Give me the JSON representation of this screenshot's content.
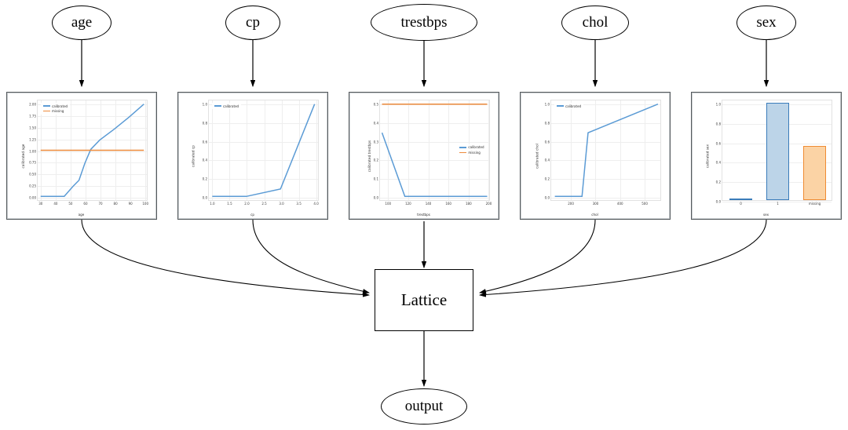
{
  "graph": {
    "input_nodes": [
      {
        "id": "age",
        "label": "age"
      },
      {
        "id": "cp",
        "label": "cp"
      },
      {
        "id": "trestbps",
        "label": "trestbps"
      },
      {
        "id": "chol",
        "label": "chol"
      },
      {
        "id": "sex",
        "label": "sex"
      }
    ],
    "lattice_node": {
      "label": "Lattice"
    },
    "output_node": {
      "label": "output"
    }
  },
  "colors": {
    "calibrated": "#5b9bd5",
    "missing": "#ed8b3c",
    "bar_blue_fill": "#bcd4e8",
    "bar_blue_edge": "#3a7cba",
    "bar_orange_fill": "#fbd3a5",
    "bar_orange_edge": "#ef8b33",
    "panel_border": "#555a5d",
    "grid": "#eeeeee",
    "node_stroke": "#000000"
  },
  "chart_data": [
    {
      "id": "age",
      "type": "line",
      "title": "",
      "xlabel": "age",
      "ylabel": "calibrated age",
      "xlim": [
        28,
        102
      ],
      "ylim": [
        -0.08,
        2.08
      ],
      "xticks": [
        30,
        40,
        50,
        60,
        70,
        80,
        90,
        100
      ],
      "xticklabels": [
        "30",
        "40",
        "50",
        "60",
        "70",
        "80",
        "90",
        "100"
      ],
      "yticks": [
        0.0,
        0.25,
        0.5,
        0.75,
        1.0,
        1.25,
        1.5,
        1.75,
        2.0
      ],
      "yticklabels": [
        "0.00",
        "0.25",
        "0.50",
        "0.75",
        "1.00",
        "1.25",
        "1.50",
        "1.75",
        "2.00"
      ],
      "grid": true,
      "legend_position": "upper-left",
      "series": [
        {
          "name": "calibrated",
          "color_key": "calibrated",
          "x": [
            30,
            40,
            46,
            52,
            56,
            60,
            64,
            70,
            80,
            90,
            100
          ],
          "y": [
            0.0,
            0.0,
            0.0,
            0.22,
            0.35,
            0.72,
            1.02,
            1.22,
            1.46,
            1.72,
            2.0
          ]
        },
        {
          "name": "missing",
          "color_key": "missing",
          "x": [
            30,
            100
          ],
          "y": [
            1.0,
            1.0
          ]
        }
      ]
    },
    {
      "id": "cp",
      "type": "line",
      "title": "",
      "xlabel": "cp",
      "ylabel": "calibrated cp",
      "xlim": [
        0.9,
        4.1
      ],
      "ylim": [
        -0.04,
        1.04
      ],
      "xticks": [
        1.0,
        1.5,
        2.0,
        2.5,
        3.0,
        3.5,
        4.0
      ],
      "xticklabels": [
        "1.0",
        "1.5",
        "2.0",
        "2.5",
        "3.0",
        "3.5",
        "4.0"
      ],
      "yticks": [
        0.0,
        0.2,
        0.4,
        0.6,
        0.8,
        1.0
      ],
      "yticklabels": [
        "0.0",
        "0.2",
        "0.4",
        "0.6",
        "0.8",
        "1.0"
      ],
      "grid": true,
      "legend_position": "upper-left",
      "series": [
        {
          "name": "calibrated",
          "color_key": "calibrated",
          "x": [
            1.0,
            2.0,
            3.0,
            4.0
          ],
          "y": [
            0.0,
            0.0,
            0.08,
            1.0
          ]
        }
      ]
    },
    {
      "id": "trestbps",
      "type": "line",
      "title": "",
      "xlabel": "trestbps",
      "ylabel": "calibrated trestbps",
      "xlim": [
        92,
        202
      ],
      "ylim": [
        -0.02,
        0.52
      ],
      "xticks": [
        100,
        120,
        140,
        160,
        180,
        200
      ],
      "xticklabels": [
        "100",
        "120",
        "140",
        "160",
        "180",
        "200"
      ],
      "yticks": [
        0.0,
        0.1,
        0.2,
        0.3,
        0.4,
        0.5
      ],
      "yticklabels": [
        "0.0",
        "0.1",
        "0.2",
        "0.3",
        "0.4",
        "0.5"
      ],
      "grid": true,
      "legend_position": "center-right",
      "series": [
        {
          "name": "calibrated",
          "color_key": "calibrated",
          "x": [
            94,
            117,
            200
          ],
          "y": [
            0.345,
            0.0,
            0.0
          ]
        },
        {
          "name": "missing",
          "color_key": "missing",
          "x": [
            94,
            200
          ],
          "y": [
            0.5,
            0.5
          ]
        }
      ]
    },
    {
      "id": "chol",
      "type": "line",
      "title": "",
      "xlabel": "chol",
      "ylabel": "calibrated chol",
      "xlim": [
        120,
        570
      ],
      "ylim": [
        -0.04,
        1.04
      ],
      "xticks": [
        200,
        300,
        400,
        500
      ],
      "xticklabels": [
        "200",
        "300",
        "400",
        "500"
      ],
      "yticks": [
        0.0,
        0.2,
        0.4,
        0.6,
        0.8,
        1.0
      ],
      "yticklabels": [
        "0.0",
        "0.2",
        "0.4",
        "0.6",
        "0.8",
        "1.0"
      ],
      "grid": true,
      "legend_position": "upper-left",
      "series": [
        {
          "name": "calibrated",
          "color_key": "calibrated",
          "x": [
            135,
            247,
            272,
            560
          ],
          "y": [
            0.0,
            0.0,
            0.69,
            1.0
          ]
        }
      ]
    },
    {
      "id": "sex",
      "type": "bar",
      "title": "",
      "xlabel": "sex",
      "ylabel": "calibrated sex",
      "ylim": [
        0,
        1.04
      ],
      "categories": [
        "0",
        "1",
        "missing"
      ],
      "values": [
        0.0,
        1.0,
        0.56
      ],
      "bar_styles": [
        "blue",
        "blue",
        "orange"
      ],
      "yticks": [
        0.0,
        0.2,
        0.4,
        0.6,
        0.8,
        1.0
      ],
      "yticklabels": [
        "0.0",
        "0.2",
        "0.4",
        "0.6",
        "0.8",
        "1.0"
      ],
      "grid": true,
      "legend_position": "none"
    }
  ]
}
